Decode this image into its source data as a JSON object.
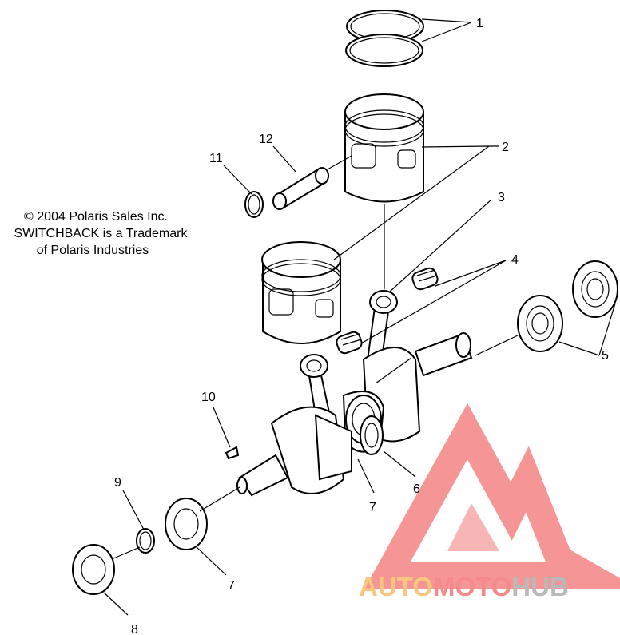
{
  "copyright": {
    "line1": "© 2004 Polaris Sales Inc.",
    "line2": "SWITCHBACK is a Trademark",
    "line3": "of Polaris Industries"
  },
  "callouts": [
    "1",
    "2",
    "3",
    "4",
    "5",
    "6",
    "7",
    "7",
    "8",
    "9",
    "10",
    "11",
    "12"
  ],
  "watermark": {
    "part1": "AUTO",
    "part2": "MOTO",
    "part3": "HUB",
    "color_auto": "#f7c77f",
    "color_moto": "#f58a8a",
    "color_hub": "#b9b9b9",
    "logo_color": "#f58a8a"
  }
}
